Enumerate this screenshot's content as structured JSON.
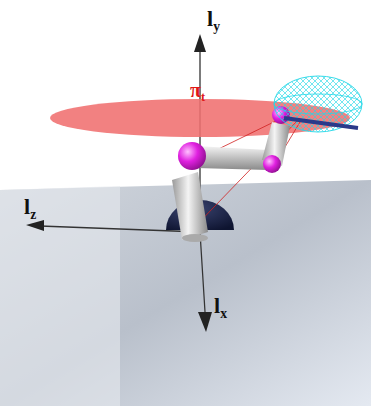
{
  "diagram": {
    "labels": [
      "ly",
      "lz",
      "lx",
      "πt"
    ]
  }
}
